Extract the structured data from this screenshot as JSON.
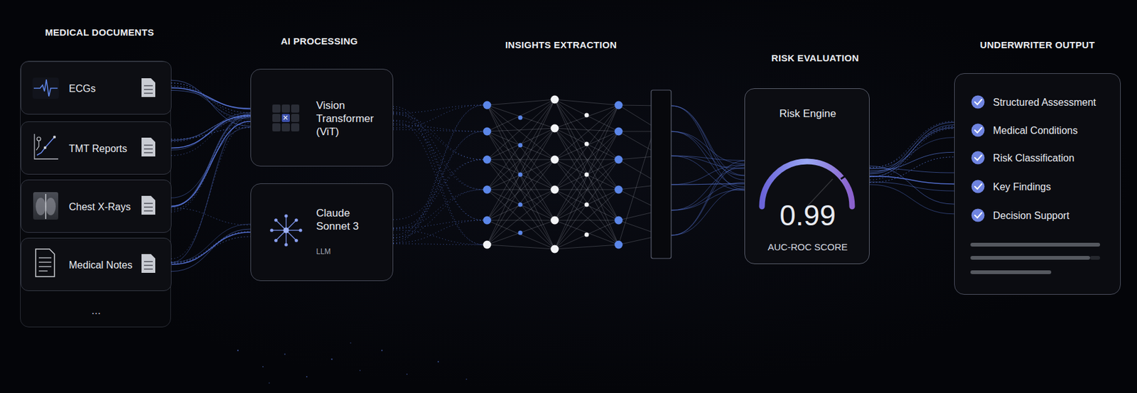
{
  "diagram": {
    "nodes": [
      {
        "text": [
          "..."
        ]
      },
      {
        "text": [
          "ECGs"
        ],
        "in": 0
      },
      {
        "text": [
          "TMT Reports"
        ],
        "in": 0
      },
      {
        "text": [
          "Chest X-Rays"
        ],
        "in": 0
      },
      {
        "text": [
          "Medical Notes"
        ],
        "in": 0
      },
      {
        "text": [
          "Vision Transformer (ViT)"
        ]
      },
      {
        "text": [
          "Claude Sonnet 3",
          "LLM"
        ]
      },
      {
        "text": [
          "Risk Engine",
          "0.99",
          "AUC-ROC SCORE"
        ]
      },
      {
        "text": [
          "Structured Assessment",
          "Medical Conditions",
          "Risk Classification",
          "Key Findings",
          "Decision Support"
        ]
      }
    ],
    "edges": [
      {
        "from": 1,
        "to": 5,
        "arrow": "none"
      },
      {
        "from": 2,
        "to": 5,
        "arrow": "none"
      },
      {
        "from": 3,
        "to": 5,
        "arrow": "none"
      },
      {
        "from": 4,
        "to": 6,
        "arrow": "none"
      },
      {
        "from": 7,
        "to": 8,
        "arrow": "none"
      }
    ],
    "labels": [
      "MEDICAL DOCUMENTS",
      "AI PROCESSING",
      "INSIGHTS EXTRACTION",
      "RISK EVALUATION",
      "UNDERWRITER OUTPUT"
    ]
  }
}
